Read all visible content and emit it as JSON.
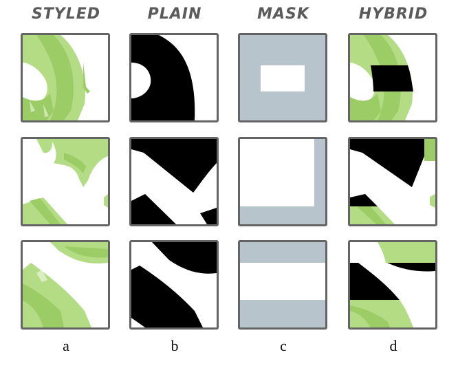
{
  "columns": [
    {
      "header": "STYLED",
      "caption": "a"
    },
    {
      "header": "PLAIN",
      "caption": "b"
    },
    {
      "header": "MASK",
      "caption": "c"
    },
    {
      "header": "HYBRID",
      "caption": "d"
    }
  ],
  "colors": {
    "green_light": "#b4dc84",
    "green_mid": "#9ccc65",
    "green_dark": "#7cb342",
    "mask_gray": "#b8c4cc",
    "black": "#000000",
    "white": "#ffffff",
    "border": "#646464",
    "header_text": "#5a5a5a"
  }
}
